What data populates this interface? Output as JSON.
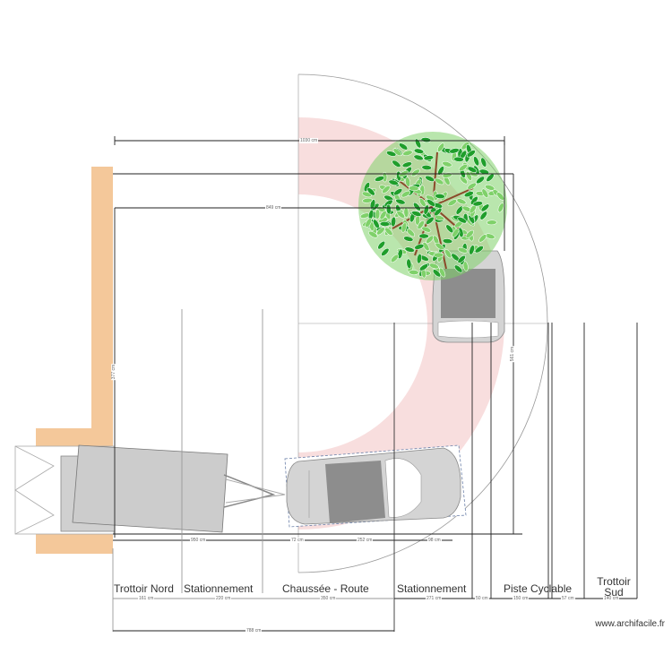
{
  "zones": {
    "trottoir_nord": "Trottoir Nord",
    "stationnement_1": "Stationnement",
    "chaussee": "Chaussée - Route",
    "stationnement_2": "Stationnement",
    "piste_cyclable": "Piste Cyclable",
    "trottoir_sud_1": "Trottoir",
    "trottoir_sud_2": "Sud"
  },
  "dimensions": {
    "top_total": "1030 cm",
    "mid_total": "849 cm",
    "vertical_left": "377 cm",
    "vertical_right": "561 cm",
    "trailer_length": "950 cm",
    "gap": "72 cm",
    "car_length": "252 cm",
    "car_rear": "98 cm",
    "trottoir_nord_w": "161 cm",
    "stationnement_w": "220 cm",
    "chaussee_w": "350 cm",
    "stationnement2_w": "271 cm",
    "bike_gap_w": "50 cm",
    "piste_w": "150 cm",
    "small_w": "57 cm",
    "trottoir_sud_w": "140 cm",
    "bottom_total": "788 cm"
  },
  "watermark": "www.archifacile.fr",
  "colors": {
    "wall": "#f4c89a",
    "turn_zone": "#f8dede",
    "vehicle": "#cccccc",
    "car_window": "#8d8d8d",
    "line": "#222222",
    "tree_light": "#7fd16a",
    "tree_dark": "#1f9e2b",
    "branch": "#8b4a2b"
  }
}
